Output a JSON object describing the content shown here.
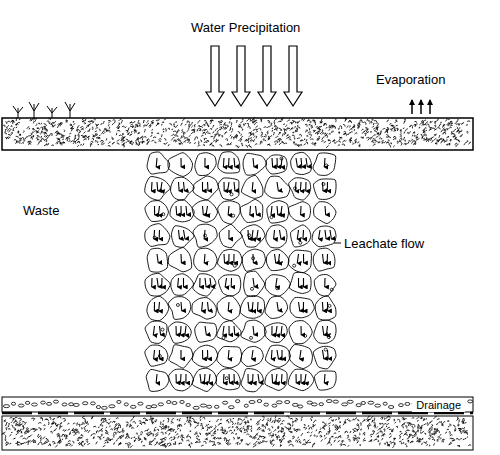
{
  "diagram": {
    "nodes": [
      {
        "text": [
          "Drainage"
        ]
      }
    ],
    "labels": [
      "Water Precipitation",
      "Evaporation",
      "Waste",
      "Leachate flow"
    ]
  }
}
